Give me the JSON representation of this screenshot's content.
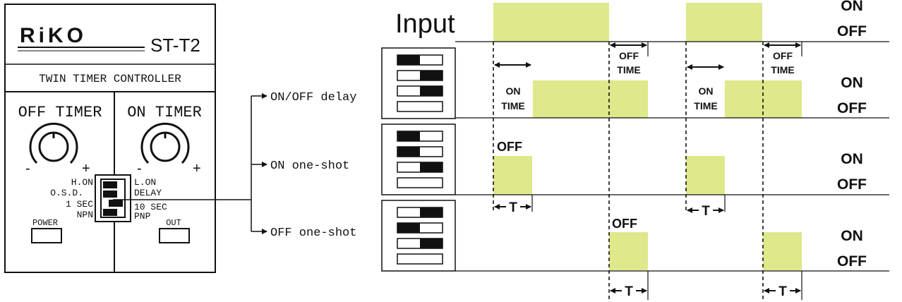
{
  "panel": {
    "brand": "RiKO",
    "model": "ST-T2",
    "subtitle": "TWIN TIMER CONTROLLER",
    "off_timer_label": "OFF TIMER",
    "on_timer_label": "ON TIMER",
    "minus": "-",
    "plus": "+",
    "left_switch_labels": [
      "H.ON",
      "O.S.D.",
      "1 SEC",
      "NPN"
    ],
    "right_switch_labels": [
      "L.ON",
      "DELAY",
      "10 SEC",
      "PNP"
    ],
    "power_label": "POWER",
    "out_label": "OUT"
  },
  "modes": [
    "ON/OFF delay",
    "ON one-shot",
    "OFF one-shot"
  ],
  "timing": {
    "input_label": "Input",
    "on_label": "ON",
    "off_label": "OFF",
    "on_time_line1": "ON",
    "on_time_line2": "TIME",
    "off_time_line1": "OFF",
    "off_time_line2": "TIME",
    "off_marker": "OFF",
    "t_label": "T"
  },
  "dip_settings": [
    [
      "left",
      "right",
      "right",
      "none"
    ],
    [
      "left",
      "left",
      "right",
      "none"
    ],
    [
      "right",
      "left",
      "right",
      "none"
    ]
  ],
  "colors": {
    "pulse": "#dfe88a",
    "ink": "#111111"
  }
}
